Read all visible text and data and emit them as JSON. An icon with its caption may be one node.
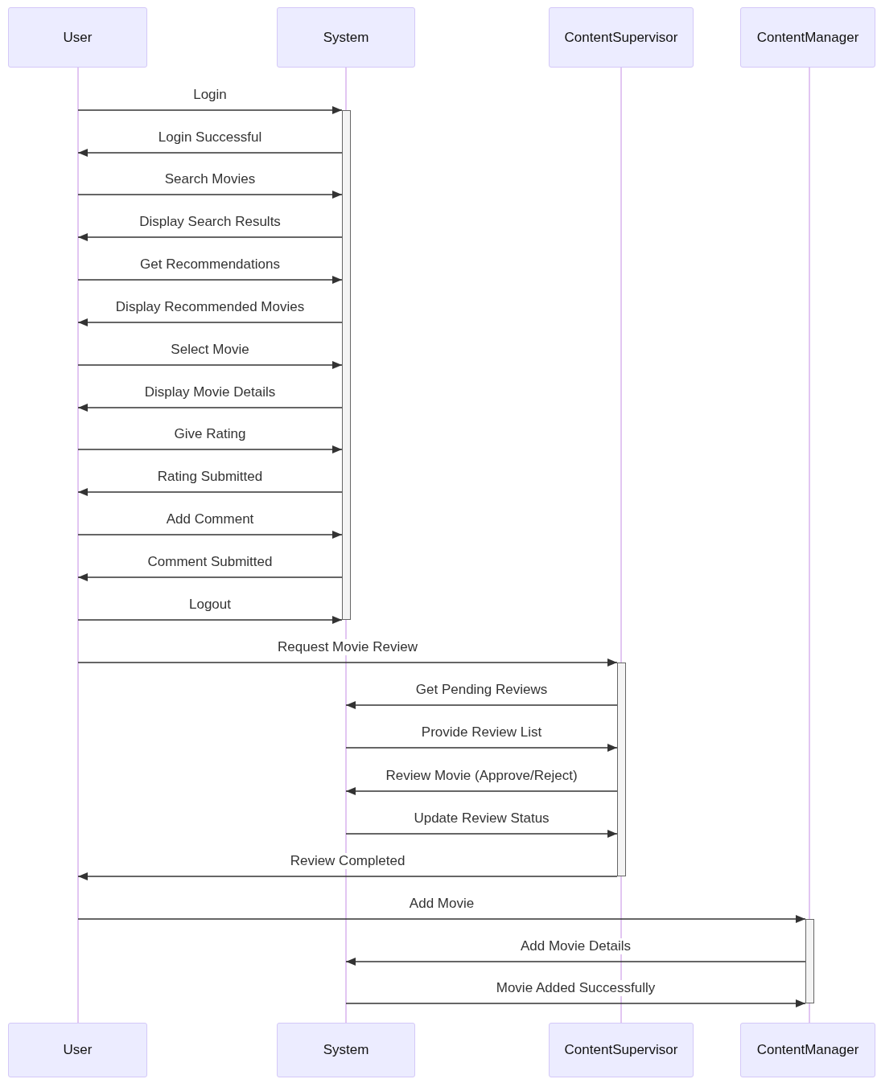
{
  "diagram": {
    "nodes": [
      {
        "text": [
          "User"
        ]
      },
      {
        "text": [
          "System"
        ]
      },
      {
        "text": [
          "ContentSupervisor"
        ]
      },
      {
        "text": [
          "ContentManager"
        ]
      },
      {
        "text": [
          "User"
        ]
      },
      {
        "text": [
          "System"
        ]
      },
      {
        "text": [
          "ContentSupervisor"
        ]
      },
      {
        "text": [
          "ContentManager"
        ]
      },
      {
        "text": [],
        "shape": "line"
      },
      {
        "text": [],
        "shape": "line"
      },
      {
        "text": [],
        "shape": "line"
      },
      {
        "text": [],
        "shape": "line"
      },
      {
        "text": [],
        "shape": "bar"
      },
      {
        "text": [],
        "shape": "bar"
      },
      {
        "text": [],
        "shape": "bar"
      }
    ],
    "edges": [
      {
        "from": 8,
        "to": 12,
        "arrow": "to",
        "label": "Login"
      },
      {
        "from": 12,
        "to": 8,
        "arrow": "to",
        "label": "Login Successful"
      },
      {
        "from": 8,
        "to": 12,
        "arrow": "to",
        "label": "Search Movies"
      },
      {
        "from": 12,
        "to": 8,
        "arrow": "to",
        "label": "Display Search Results"
      },
      {
        "from": 8,
        "to": 12,
        "arrow": "to",
        "label": "Get Recommendations"
      },
      {
        "from": 12,
        "to": 8,
        "arrow": "to",
        "label": "Display Recommended Movies"
      },
      {
        "from": 8,
        "to": 12,
        "arrow": "to",
        "label": "Select Movie"
      },
      {
        "from": 12,
        "to": 8,
        "arrow": "to",
        "label": "Display Movie Details"
      },
      {
        "from": 8,
        "to": 12,
        "arrow": "to",
        "label": "Give Rating"
      },
      {
        "from": 12,
        "to": 8,
        "arrow": "to",
        "label": "Rating Submitted"
      },
      {
        "from": 8,
        "to": 12,
        "arrow": "to",
        "label": "Add Comment"
      },
      {
        "from": 12,
        "to": 8,
        "arrow": "to",
        "label": "Comment Submitted"
      },
      {
        "from": 8,
        "to": 12,
        "arrow": "to",
        "label": "Logout"
      },
      {
        "from": 8,
        "to": 13,
        "arrow": "to",
        "label": "Request Movie Review"
      },
      {
        "from": 13,
        "to": 9,
        "arrow": "to",
        "label": "Get Pending Reviews"
      },
      {
        "from": 9,
        "to": 13,
        "arrow": "to",
        "label": "Provide Review List"
      },
      {
        "from": 13,
        "to": 9,
        "arrow": "to",
        "label": "Review Movie (Approve/Reject)"
      },
      {
        "from": 9,
        "to": 13,
        "arrow": "to",
        "label": "Update Review Status"
      },
      {
        "from": 13,
        "to": 8,
        "arrow": "to",
        "label": "Review Completed"
      },
      {
        "from": 8,
        "to": 14,
        "arrow": "to",
        "label": "Add Movie"
      },
      {
        "from": 14,
        "to": 9,
        "arrow": "to",
        "label": "Add Movie Details"
      },
      {
        "from": 9,
        "to": 14,
        "arrow": "to",
        "label": "Movie Added Successfully"
      }
    ]
  }
}
